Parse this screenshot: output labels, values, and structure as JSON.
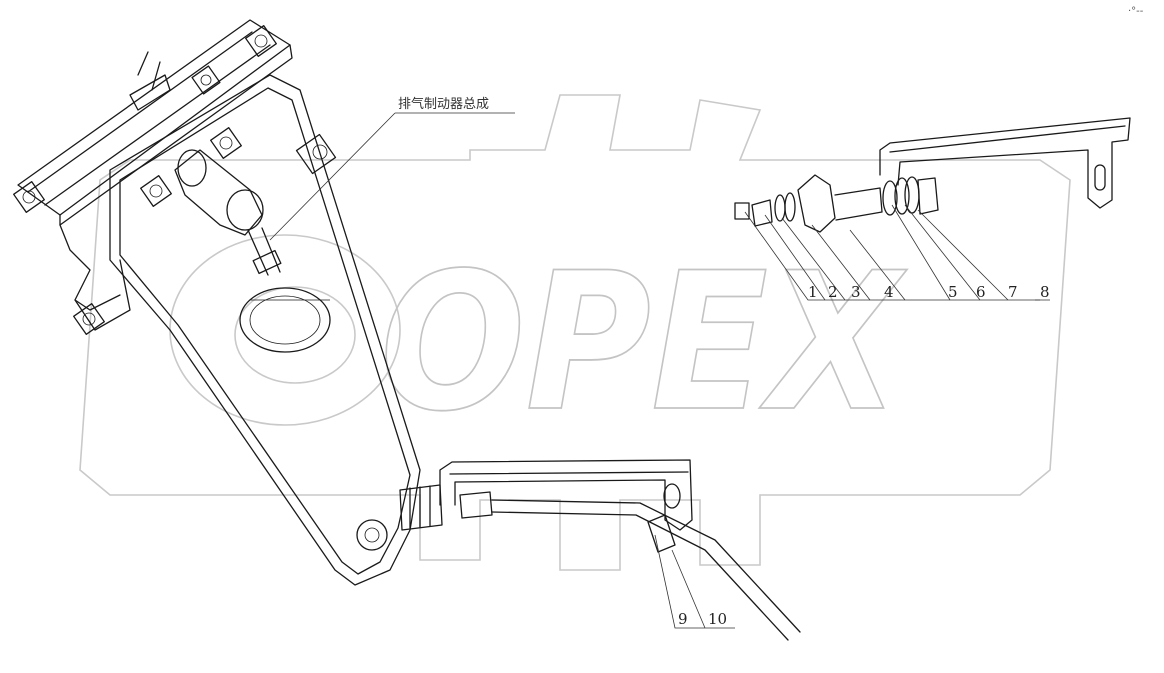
{
  "watermark": {
    "text": "OPEX"
  },
  "diagram": {
    "assembly_label": "排气制动器总成",
    "callouts": [
      {
        "label": "1"
      },
      {
        "label": "2"
      },
      {
        "label": "3"
      },
      {
        "label": "4"
      },
      {
        "label": "5"
      },
      {
        "label": "6"
      },
      {
        "label": "7"
      },
      {
        "label": "8"
      },
      {
        "label": "9"
      },
      {
        "label": "10"
      }
    ]
  },
  "corner_mark": {
    "text": "·°--"
  }
}
